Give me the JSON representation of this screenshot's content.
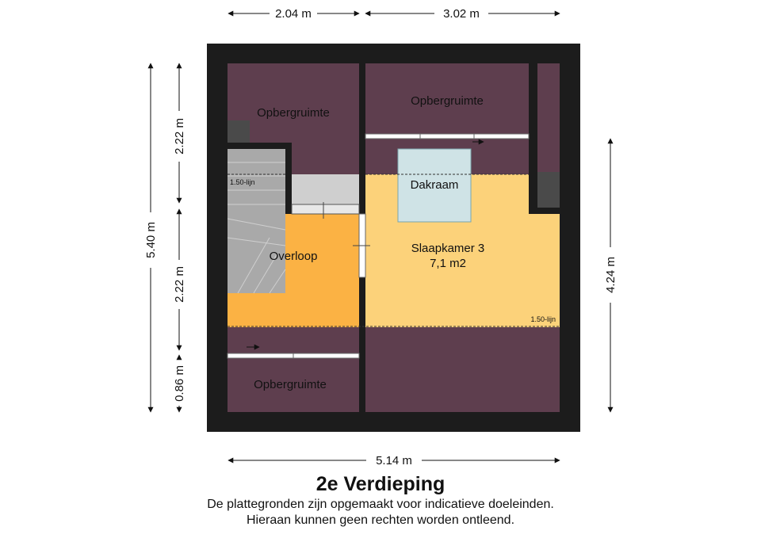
{
  "floor_title": "2e Verdieping",
  "disclaimer": {
    "line1": "De plattegronden zijn opgemaakt voor indicatieve doeleinden.",
    "line2": "Hieraan kunnen geen rechten worden ontleend."
  },
  "rooms": {
    "storage_top_left": "Opbergruimte",
    "storage_top_right": "Opbergruimte",
    "storage_bottom_left": "Opbergruimte",
    "skylight": "Dakraam",
    "landing": "Overloop",
    "bedroom_name": "Slaapkamer 3",
    "bedroom_area": "7,1 m2"
  },
  "line_labels": {
    "stair_line": "1.50-lijn",
    "bedroom_line": "1.50-lijn"
  },
  "dimensions": {
    "top_left": "2.04 m",
    "top_right": "3.02 m",
    "left_total": "5.40 m",
    "left_upper": "2.22 m",
    "left_middle": "2.22 m",
    "left_lower": "0.86 m",
    "right": "4.24 m",
    "bottom": "5.14 m"
  },
  "colors": {
    "wall": "#1c1c1c",
    "storage": "#5e3e4e",
    "landing": "#fbb244",
    "bedroom": "#fcd27a",
    "skylight": "#cfe3e6",
    "stairs": "#a9a9a9"
  }
}
